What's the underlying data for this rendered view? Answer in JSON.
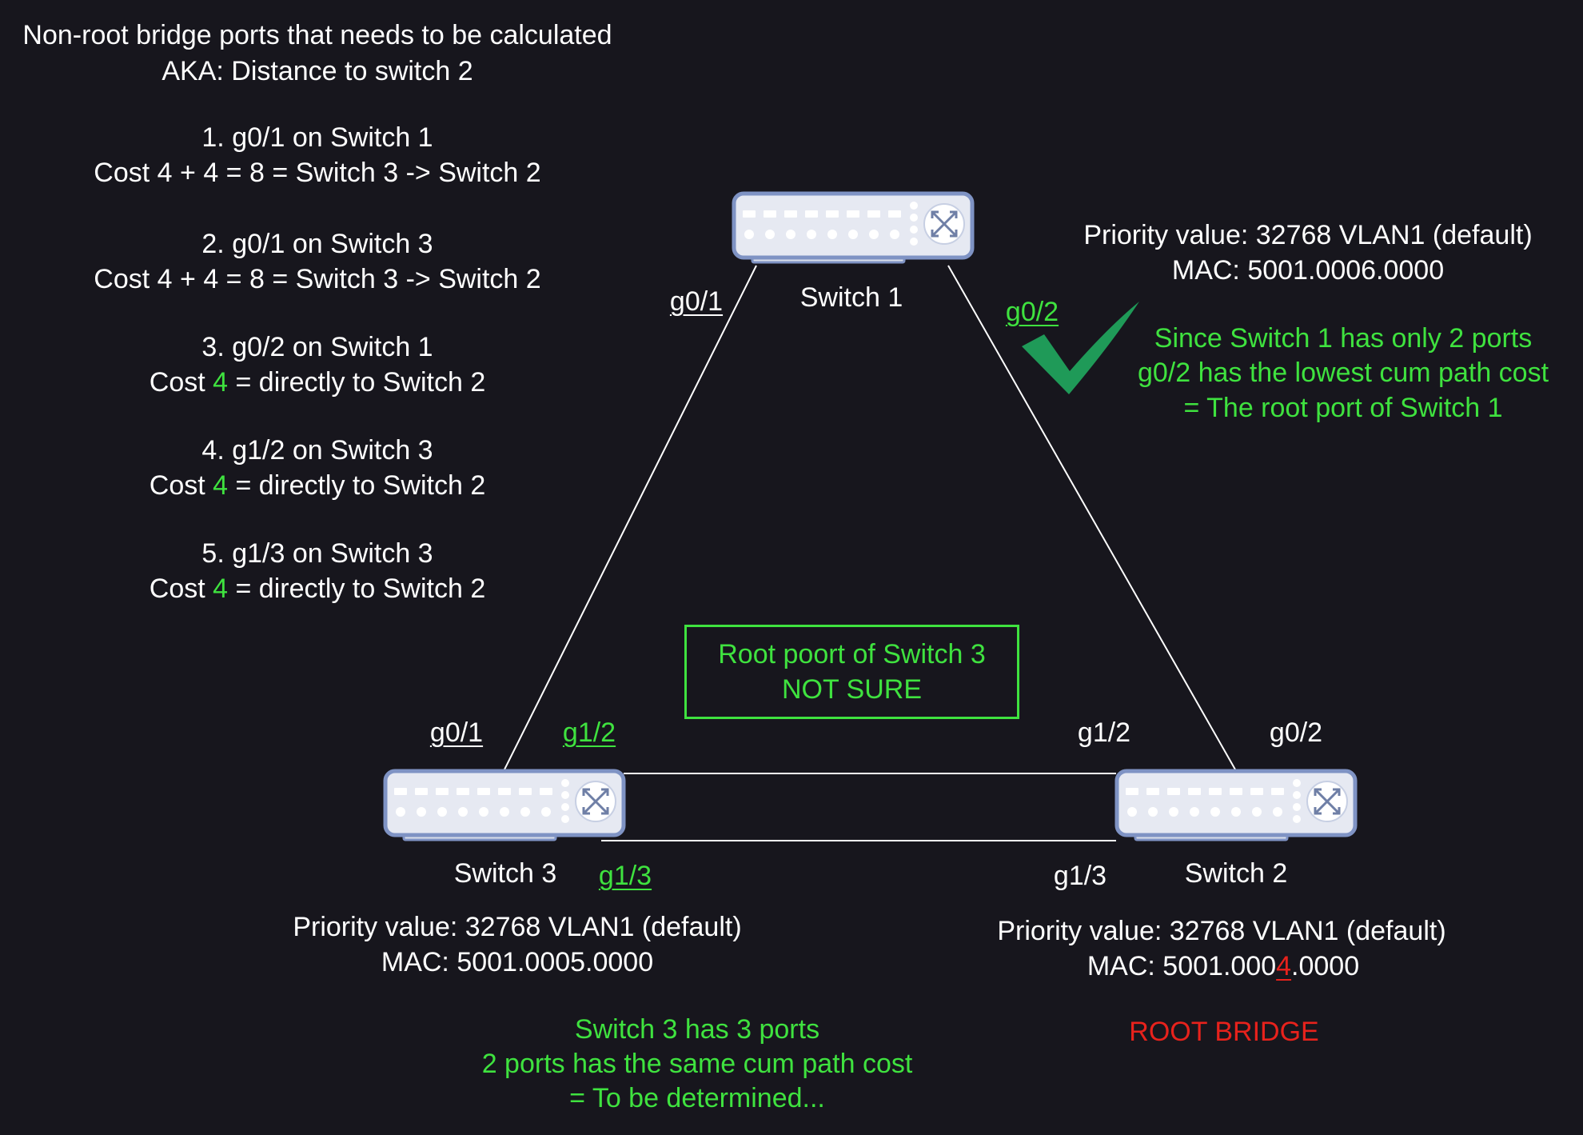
{
  "left_notes": {
    "title_line1": "Non-root bridge ports that needs to be calculated",
    "title_line2": "AKA: Distance to switch 2",
    "items": [
      {
        "line1": "1. g0/1 on Switch 1",
        "line2_pre": "Cost 4 + 4 = 8 = Switch 3 -> Switch 2",
        "cost": "",
        "line2_post": ""
      },
      {
        "line1": "2. g0/1 on Switch 3",
        "line2_pre": "Cost 4 + 4 = 8 = Switch 3 -> Switch 2",
        "cost": "",
        "line2_post": ""
      },
      {
        "line1": "3. g0/2 on Switch 1",
        "line2_pre": "Cost ",
        "cost": "4",
        "line2_post": " = directly to Switch 2"
      },
      {
        "line1": "4. g1/2 on Switch 3",
        "line2_pre": "Cost ",
        "cost": "4",
        "line2_post": " = directly to Switch 2"
      },
      {
        "line1": "5. g1/3 on Switch 3",
        "line2_pre": "Cost ",
        "cost": "4",
        "line2_post": " = directly to Switch 2"
      }
    ]
  },
  "switch1": {
    "name": "Switch 1",
    "priority": "Priority value: 32768 VLAN1 (default)",
    "mac": "MAC: 5001.0006.0000",
    "port_left": "g0/1",
    "port_right": "g0/2",
    "note_line1": "Since Switch 1 has only 2 ports",
    "note_line2": "g0/2 has the lowest cum path cost",
    "note_line3": "= The root port of Switch 1"
  },
  "switch3": {
    "name": "Switch 3",
    "priority": "Priority value: 32768 VLAN1 (default)",
    "mac": "MAC: 5001.0005.0000",
    "port_top": "g0/1",
    "port_g12": "g1/2",
    "port_g13": "g1/3",
    "note_line1": "Switch 3 has 3 ports",
    "note_line2": "2 ports has the same cum path cost",
    "note_line3": "= To be determined..."
  },
  "switch2": {
    "name": "Switch 2",
    "priority": "Priority value: 32768 VLAN1 (default)",
    "mac_pre": "MAC: 5001.000",
    "mac_highlight": "4",
    "mac_post": ".0000",
    "port_g12": "g1/2",
    "port_g02": "g0/2",
    "port_g13": "g1/3",
    "status": "ROOT BRIDGE"
  },
  "root_port_box": {
    "line1": "Root poort of Switch 3",
    "line2": "NOT SURE"
  },
  "colors": {
    "background": "#17161d",
    "highlight_green": "#3fe23f",
    "check_green": "#1f9a58",
    "root_red": "#e8221c",
    "switch_body": "#e6e9f2",
    "switch_border": "#7f93c4"
  },
  "icons": [
    "switch-icon",
    "checkmark-icon",
    "cross-arrows-icon"
  ]
}
